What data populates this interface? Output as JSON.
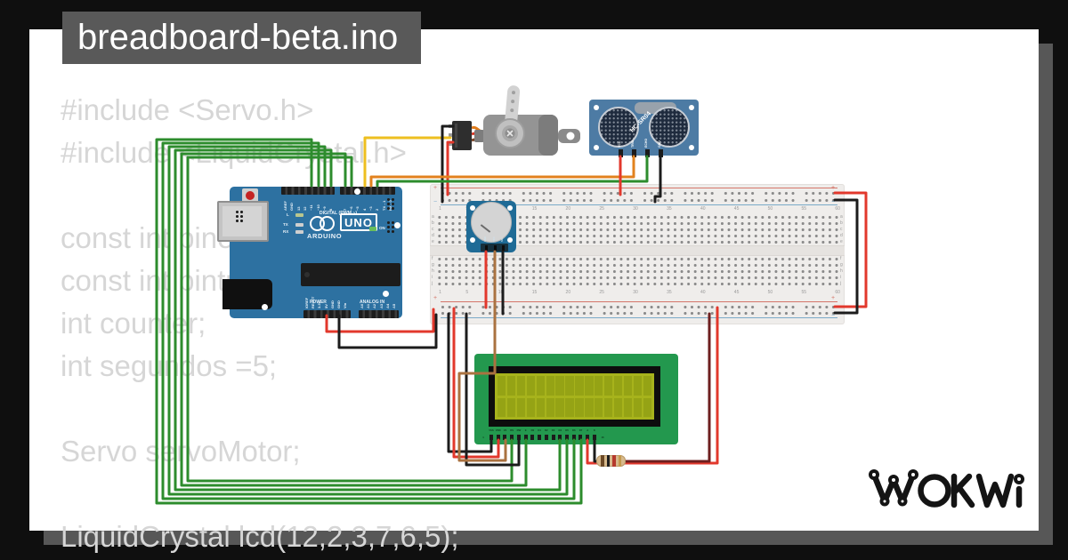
{
  "title": {
    "text": "breadboard-beta.ino"
  },
  "code": {
    "color": "#d6d6d6",
    "lines": [
      "#include <Servo.h>",
      "#include <LiquidCrystal.h>",
      "const int pinecho = 2;",
      "const int pintrigger = 3;",
      "int counter;",
      "int segundos =5;",
      "Servo servoMotor;",
      "LiquidCrystal lcd(12,2,3,7,6,5);"
    ]
  },
  "logo": {
    "text": "WOKWI"
  },
  "colors": {
    "frame": "#0f0f0f",
    "canvas": "#ffffff",
    "shadow": "#575757",
    "title_bg": "#595959",
    "wire_red": "#e2382c",
    "wire_black": "#1c1c1c",
    "wire_green": "#2d8c2d",
    "wire_yellow": "#eebf20",
    "wire_orange": "#e2821e",
    "wire_brown": "#aa7240",
    "wire_maroon": "#6e1f1f",
    "arduino_board": "#2d71a1",
    "breadboard": "#efedeb",
    "lcd_pcb": "#23984e",
    "lcd_screen": "#a7b31c",
    "sensor_pcb": "#4d7ba4",
    "pot_pcb": "#1f6b96"
  },
  "arduino": {
    "model": "UNO",
    "brand": "ARDUINO",
    "digital_caption": "DIGITAL (PWM ~)",
    "power_caption": "POWER",
    "analog_caption": "ANALOG IN",
    "on_label": "ON",
    "led_labels": [
      "L",
      "TX",
      "RX"
    ],
    "digital_pins": [
      "AREF",
      "GND",
      "13",
      "12",
      "~11",
      "~10",
      "~9",
      "8",
      "7",
      "~6",
      "~5",
      "4",
      "~3",
      "2",
      "TX→1",
      "RX←0"
    ],
    "power_pins": [
      "IOREF",
      "RESET",
      "3.3V",
      "5V",
      "GND",
      "GND",
      "Vin"
    ],
    "analog_pins": [
      "A0",
      "A1",
      "A2",
      "A3",
      "A4",
      "A5"
    ]
  },
  "breadboard": {
    "numbers": [
      "1",
      "5",
      "10",
      "15",
      "20",
      "25",
      "30",
      "35",
      "40",
      "45",
      "50",
      "55",
      "60"
    ],
    "rows_upper": [
      "a",
      "b",
      "c",
      "d",
      "e"
    ],
    "rows_lower": [
      "f",
      "g",
      "h",
      "i",
      "j"
    ],
    "plus": "+",
    "minus": "−"
  },
  "ultrasonic": {
    "label": "HC-SR04",
    "pins": [
      "VCC",
      "TRIG",
      "ECHO",
      "GND"
    ]
  },
  "potentiometer": {
    "pins": [
      "GND",
      "VCC",
      "SIG"
    ]
  },
  "lcd": {
    "pins": [
      "VSS",
      "VDD",
      "V0",
      "RS",
      "RW",
      "E",
      "D0",
      "D1",
      "D2",
      "D3",
      "D4",
      "D5",
      "D6",
      "D7",
      "A",
      "K"
    ],
    "first_pin": "1",
    "last_pin": "16"
  }
}
